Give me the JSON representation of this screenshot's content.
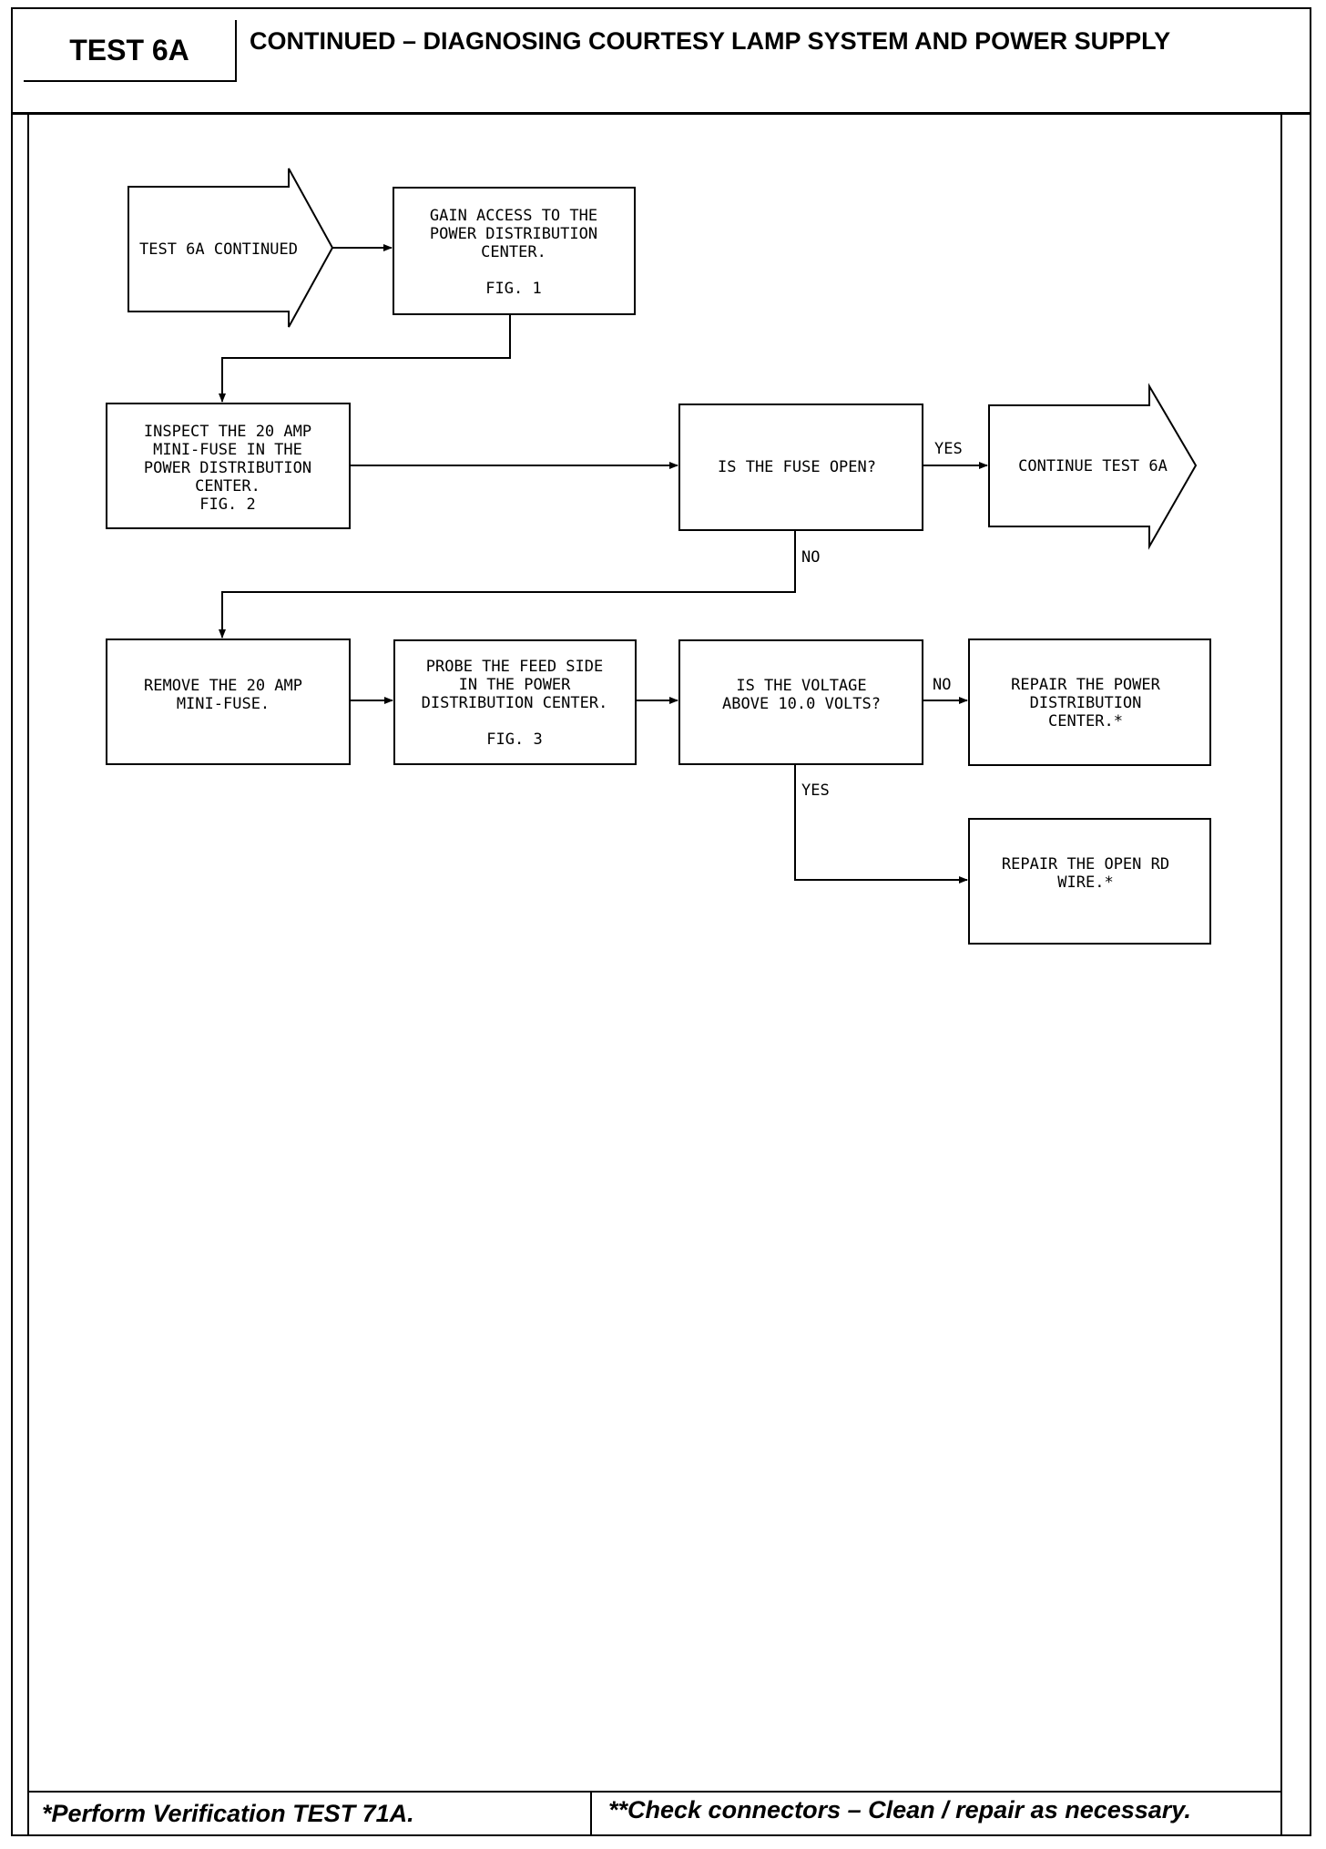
{
  "header": {
    "test_id": "TEST 6A",
    "title": "CONTINUED – DIAGNOSING COURTESY LAMP SYSTEM AND POWER SUPPLY"
  },
  "footer": {
    "left_note": "*Perform Verification TEST 71A.",
    "right_note": "**Check connectors – Clean / repair as necessary."
  },
  "flowchart": {
    "nodes": [
      {
        "id": "start",
        "shape": "arrow",
        "lines": [
          "TEST 6A CONTINUED"
        ]
      },
      {
        "id": "gain_access",
        "shape": "box",
        "lines": [
          "GAIN ACCESS TO THE",
          "POWER DISTRIBUTION",
          "CENTER.",
          "",
          "FIG. 1"
        ]
      },
      {
        "id": "inspect_fuse",
        "shape": "box",
        "lines": [
          "INSPECT THE 20 AMP",
          "MINI-FUSE IN THE",
          "POWER DISTRIBUTION",
          "CENTER.",
          "FIG. 2"
        ]
      },
      {
        "id": "fuse_open",
        "shape": "box",
        "lines": [
          "IS THE FUSE OPEN?"
        ]
      },
      {
        "id": "continue_6a",
        "shape": "arrow",
        "lines": [
          "CONTINUE TEST 6A"
        ]
      },
      {
        "id": "remove_fuse",
        "shape": "box",
        "lines": [
          "REMOVE THE 20 AMP",
          "MINI-FUSE."
        ]
      },
      {
        "id": "probe_feed",
        "shape": "box",
        "lines": [
          "PROBE THE FEED SIDE",
          "IN THE POWER",
          "DISTRIBUTION CENTER.",
          "",
          "FIG. 3"
        ]
      },
      {
        "id": "voltage_check",
        "shape": "box",
        "lines": [
          "IS THE VOLTAGE",
          "ABOVE 10.0 VOLTS?"
        ]
      },
      {
        "id": "repair_pdc",
        "shape": "box",
        "lines": [
          "REPAIR THE POWER",
          "DISTRIBUTION",
          "CENTER.*"
        ]
      },
      {
        "id": "repair_rd",
        "shape": "box",
        "lines": [
          "REPAIR THE OPEN RD",
          "WIRE.*"
        ]
      }
    ],
    "edge_labels": {
      "fuse_yes": "YES",
      "fuse_no": "NO",
      "voltage_no": "NO",
      "voltage_yes": "YES"
    }
  }
}
